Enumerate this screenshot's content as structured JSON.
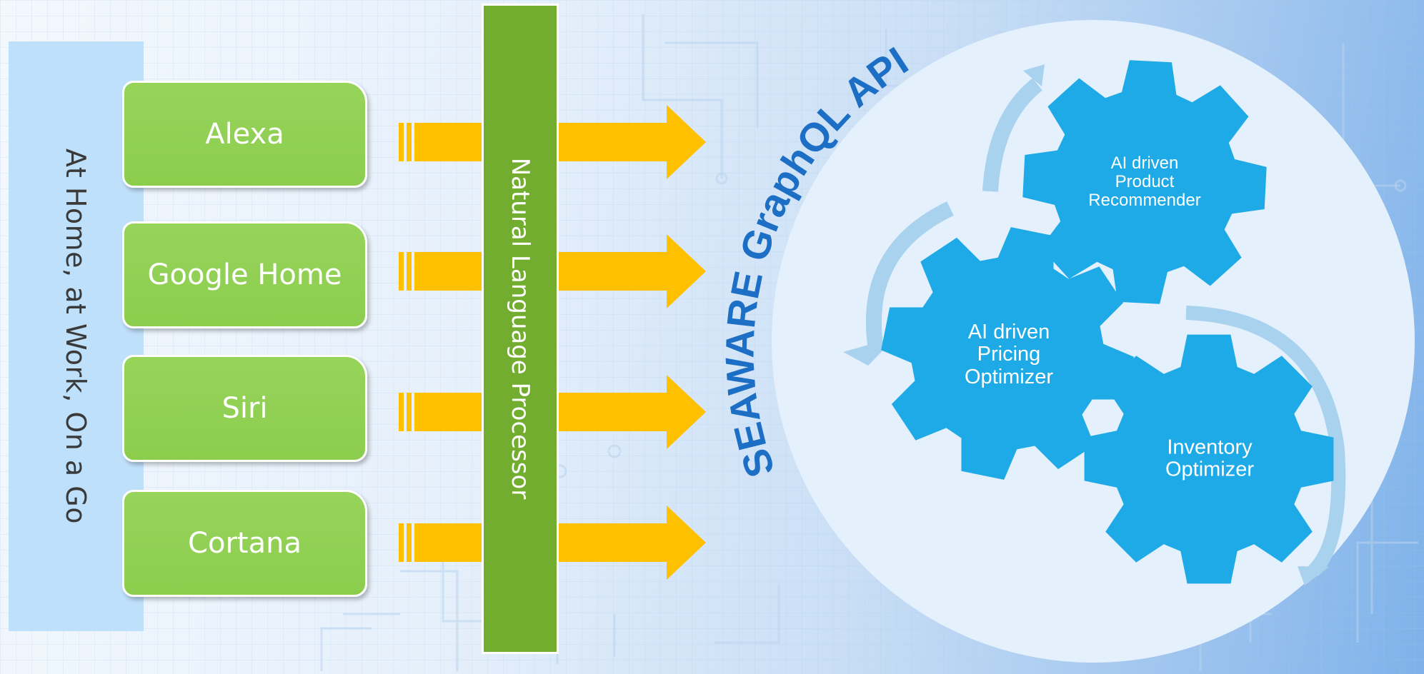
{
  "context": {
    "label": "At Home, at Work, On a Go"
  },
  "assistants": [
    {
      "label": "Alexa"
    },
    {
      "label": "Google Home"
    },
    {
      "label": "Siri"
    },
    {
      "label": "Cortana"
    }
  ],
  "processor": {
    "label": "Natural Language Processor"
  },
  "api": {
    "label": "SEAWARE GraphQL API"
  },
  "gears": {
    "recommender": {
      "lines": [
        "AI driven",
        "Product",
        "Recommender"
      ]
    },
    "pricing": {
      "lines": [
        "AI driven",
        "Pricing",
        "Optimizer"
      ]
    },
    "inventory": {
      "lines": [
        "Inventory",
        "Optimizer"
      ]
    }
  },
  "colors": {
    "assistant_green": "#8ccd4e",
    "processor_green": "#72ad2f",
    "arrow_yellow": "#ffc000",
    "gear_blue": "#1eaae6",
    "api_blue": "#1c6fc4",
    "cycle_arrow": "#a9d2ef"
  }
}
